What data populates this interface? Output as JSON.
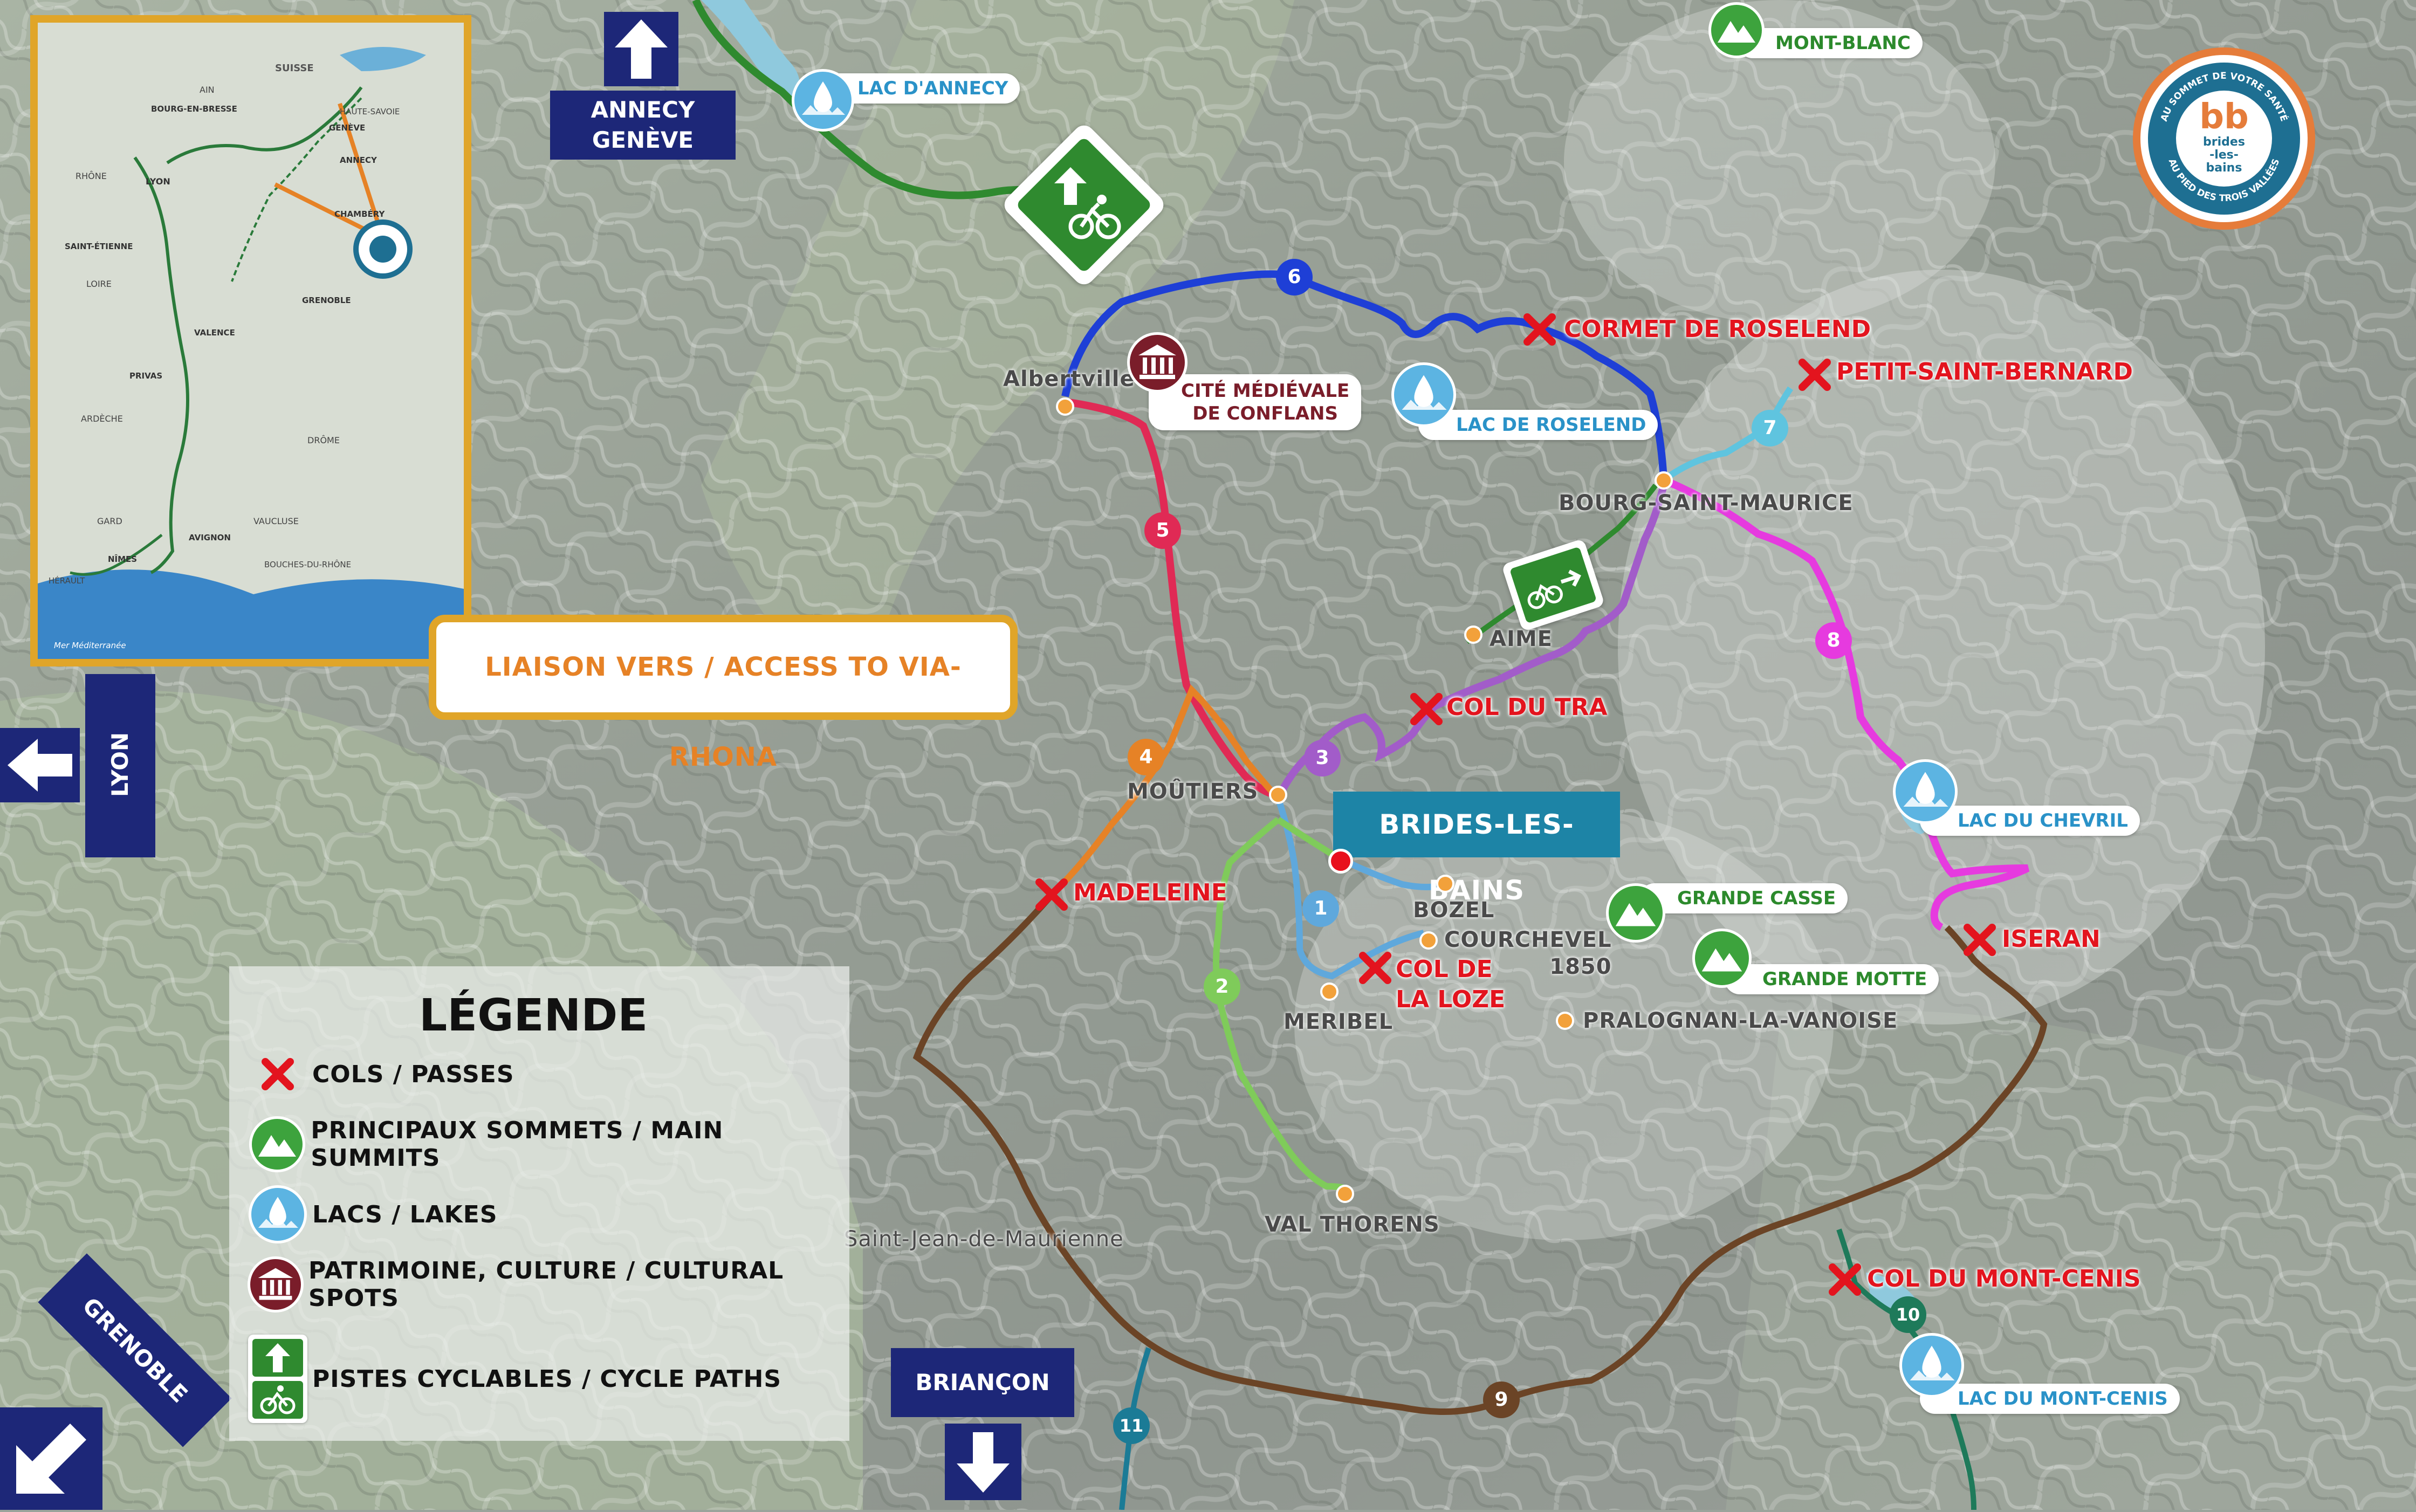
{
  "brand_colors": {
    "route_blue": "#1e3fd6",
    "route_red": "#e02a55",
    "route_orange": "#e68226",
    "route_purple": "#a25cc9",
    "route_magenta": "#e63adf",
    "route_lightblue": "#5fc4df",
    "route_green": "#7fcb5a",
    "route_brown": "#6b4426",
    "route_darkgreen": "#1e7a5a",
    "route_teal": "#1b7b96",
    "cycle_green": "#2f8a2f",
    "navy": "#1d2778",
    "gold": "#e0a529",
    "pass_red": "#e3141e"
  },
  "nav": {
    "annecy": "ANNECY\nGENÈVE",
    "lyon": "LYON",
    "grenoble": "GRENOBLE",
    "briancon": "BRIANÇON"
  },
  "via_rhona": "LIAISON VERS / ACCESS TO VIA-RHONA",
  "brides": "BRIDES-LES-BAINS",
  "logo": {
    "ring_top": "AU SOMMET DE VOTRE SANTÉ",
    "ring_bottom": "AU PIED DES TROIS VALLÉES",
    "mark": "bb",
    "name": "brides\n-les-\nbains"
  },
  "towns": {
    "albertville": "Albertville",
    "moutiers": "MOÛTIERS",
    "aime": "AIME",
    "bourg": "BOURG-SAINT-MAURICE",
    "bozel": "BOZEL",
    "courchevel": "COURCHEVEL\n1850",
    "meribel": "MERIBEL",
    "pralognan": "PRALOGNAN-LA-VANOISE",
    "valthorens": "VAL THORENS",
    "stjean": "Saint-Jean-de-Maurienne"
  },
  "passes": {
    "cormet": "CORMET DE ROSELEND",
    "petit": "PETIT-SAINT-BERNARD",
    "tra": "COL DU TRA",
    "madeleine": "MADELEINE",
    "loze": "COL DE\nLA LOZE",
    "iseran": "ISERAN",
    "montcenis": "COL DU MONT-CENIS"
  },
  "lakes": {
    "annecy": "LAC D'ANNECY",
    "roselend": "LAC DE ROSELEND",
    "chevril": "LAC DU CHEVRIL",
    "montcenis": "LAC DU MONT-CENIS"
  },
  "summits": {
    "montblanc": "MONT-BLANC",
    "grandecasse": "GRANDE CASSE",
    "grandemotte": "GRANDE MOTTE"
  },
  "heritage": {
    "conflans": "CITÉ MÉDIÉVALE\nDE CONFLANS"
  },
  "route_numbers": [
    "1",
    "2",
    "3",
    "4",
    "5",
    "6",
    "7",
    "8",
    "9",
    "10",
    "11"
  ],
  "legend": {
    "title": "LÉGENDE",
    "items": [
      {
        "icon": "cross-icon",
        "label": "COLS / PASSES"
      },
      {
        "icon": "mountain-icon",
        "label": "PRINCIPAUX SOMMETS / MAIN SUMMITS"
      },
      {
        "icon": "lake-icon",
        "label": "LACS / LAKES"
      },
      {
        "icon": "museum-icon",
        "label": "PATRIMOINE, CULTURE / CULTURAL SPOTS"
      },
      {
        "icon": "cycle-path-icon",
        "label": "PISTES CYCLABLES / CYCLE PATHS"
      }
    ]
  },
  "inset": {
    "places": [
      "SUISSE",
      "AIN",
      "BOURG-EN-BRESSE",
      "HAUTE-SAVOIE",
      "GENÈVE",
      "ANNECY",
      "RHÔNE",
      "LYON",
      "CHAMBÉRY",
      "SAINT-ÉTIENNE",
      "LOIRE",
      "GRENOBLE",
      "VALENCE",
      "PRIVAS",
      "ARDÈCHE",
      "DRÔME",
      "GARD",
      "VAUCLUSE",
      "AVIGNON",
      "NÎMES",
      "HÉRAULT",
      "BOUCHES-DU-RHÔNE",
      "Mer Méditerranée"
    ]
  }
}
